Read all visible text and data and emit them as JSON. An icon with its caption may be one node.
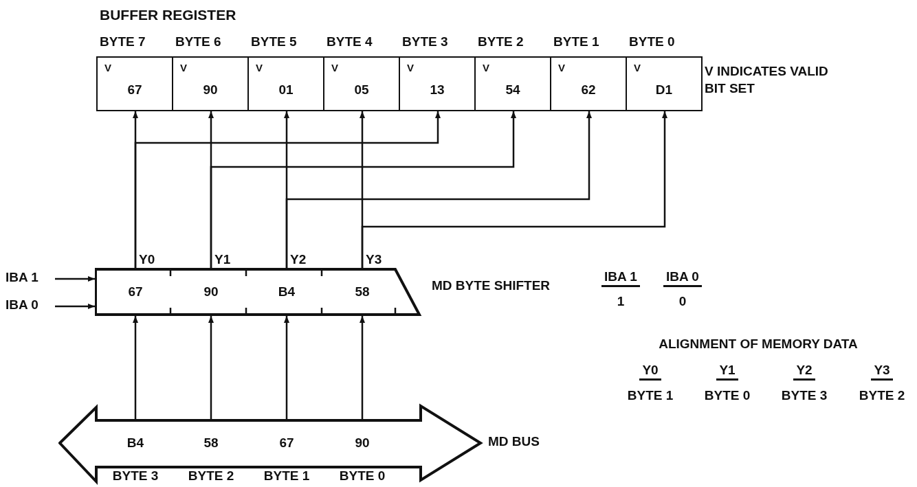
{
  "diagram": {
    "nodes": [
      {
        "text": [
          "BUFFER REGISTER"
        ],
        "beside": [
          "V INDICATES VALID BIT SET"
        ]
      },
      {
        "text": [
          "BYTE 7",
          "V",
          "67"
        ],
        "in": 0
      },
      {
        "text": [
          "BYTE 6",
          "V",
          "90"
        ],
        "in": 0
      },
      {
        "text": [
          "BYTE 5",
          "V",
          "01"
        ],
        "in": 0
      },
      {
        "text": [
          "BYTE 4",
          "V",
          "05"
        ],
        "in": 0
      },
      {
        "text": [
          "BYTE 3",
          "V",
          "13"
        ],
        "in": 0
      },
      {
        "text": [
          "BYTE 2",
          "V",
          "54"
        ],
        "in": 0
      },
      {
        "text": [
          "BYTE 1",
          "V",
          "62"
        ],
        "in": 0
      },
      {
        "text": [
          "BYTE 0",
          "V",
          "D1"
        ],
        "in": 0
      },
      {
        "text": [
          "MD BYTE SHIFTER"
        ]
      },
      {
        "text": [
          "67"
        ],
        "beside": [
          "Y0"
        ],
        "in": 9
      },
      {
        "text": [
          "90"
        ],
        "beside": [
          "Y1"
        ],
        "in": 9
      },
      {
        "text": [
          "B4"
        ],
        "beside": [
          "Y2"
        ],
        "in": 9
      },
      {
        "text": [
          "58"
        ],
        "beside": [
          "Y3"
        ],
        "in": 9
      },
      {
        "text": [
          "MD BUS"
        ]
      },
      {
        "text": [
          "B4",
          "BYTE 3"
        ],
        "in": 14
      },
      {
        "text": [
          "58",
          "BYTE 2"
        ],
        "in": 14
      },
      {
        "text": [
          "67",
          "BYTE 1"
        ],
        "in": 14
      },
      {
        "text": [
          "90",
          "BYTE 0"
        ],
        "in": 14
      },
      {
        "text": [
          "IBA 1"
        ]
      },
      {
        "text": [
          "IBA 0"
        ]
      }
    ],
    "edges": [
      {
        "from": 15,
        "to": 10,
        "arrow": "to"
      },
      {
        "from": 16,
        "to": 11,
        "arrow": "to"
      },
      {
        "from": 17,
        "to": 12,
        "arrow": "to"
      },
      {
        "from": 18,
        "to": 13,
        "arrow": "to"
      },
      {
        "from": 10,
        "to": 1,
        "arrow": "to"
      },
      {
        "from": 10,
        "to": 5,
        "arrow": "to"
      },
      {
        "from": 11,
        "to": 2,
        "arrow": "to"
      },
      {
        "from": 11,
        "to": 6,
        "arrow": "to"
      },
      {
        "from": 12,
        "to": 3,
        "arrow": "to"
      },
      {
        "from": 12,
        "to": 7,
        "arrow": "to"
      },
      {
        "from": 13,
        "to": 4,
        "arrow": "to"
      },
      {
        "from": 13,
        "to": 8,
        "arrow": "to"
      },
      {
        "from": 19,
        "to": 9,
        "arrow": "to"
      },
      {
        "from": 20,
        "to": 9,
        "arrow": "to"
      }
    ],
    "labels": [
      "IBA 1",
      "IBA 0",
      "1",
      "0",
      "ALIGNMENT OF MEMORY DATA",
      "Y0",
      "Y1",
      "Y2",
      "Y3",
      "BYTE 1",
      "BYTE 0",
      "BYTE 3",
      "BYTE 2"
    ]
  }
}
